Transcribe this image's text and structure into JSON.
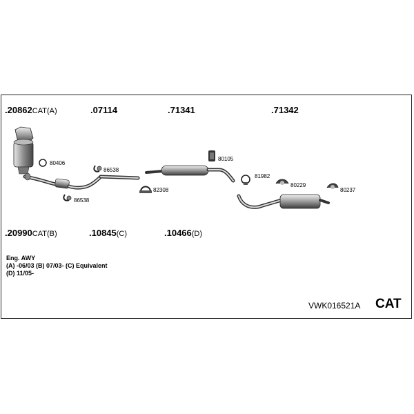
{
  "header_parts": [
    {
      "num": ".20862",
      "suffix": "CAT(A)"
    },
    {
      "num": ".07114",
      "suffix": ""
    },
    {
      "num": ".71341",
      "suffix": ""
    },
    {
      "num": ".71342",
      "suffix": ""
    }
  ],
  "footer_parts": [
    {
      "num": ".20990",
      "suffix": "CAT(B)"
    },
    {
      "num": ".10845",
      "suffix": "(C)"
    },
    {
      "num": ".10466",
      "suffix": "(D)"
    }
  ],
  "components": [
    "80406",
    "86538",
    "86538",
    "82308",
    "80105",
    "81982",
    "80229",
    "80237"
  ],
  "notes": [
    "Eng. AWY",
    "(A) -06/03 (B) 07/03- (C) Equivalent",
    "(D) 11/05-"
  ],
  "set_code": "VWK016521A",
  "set_type": "CAT"
}
